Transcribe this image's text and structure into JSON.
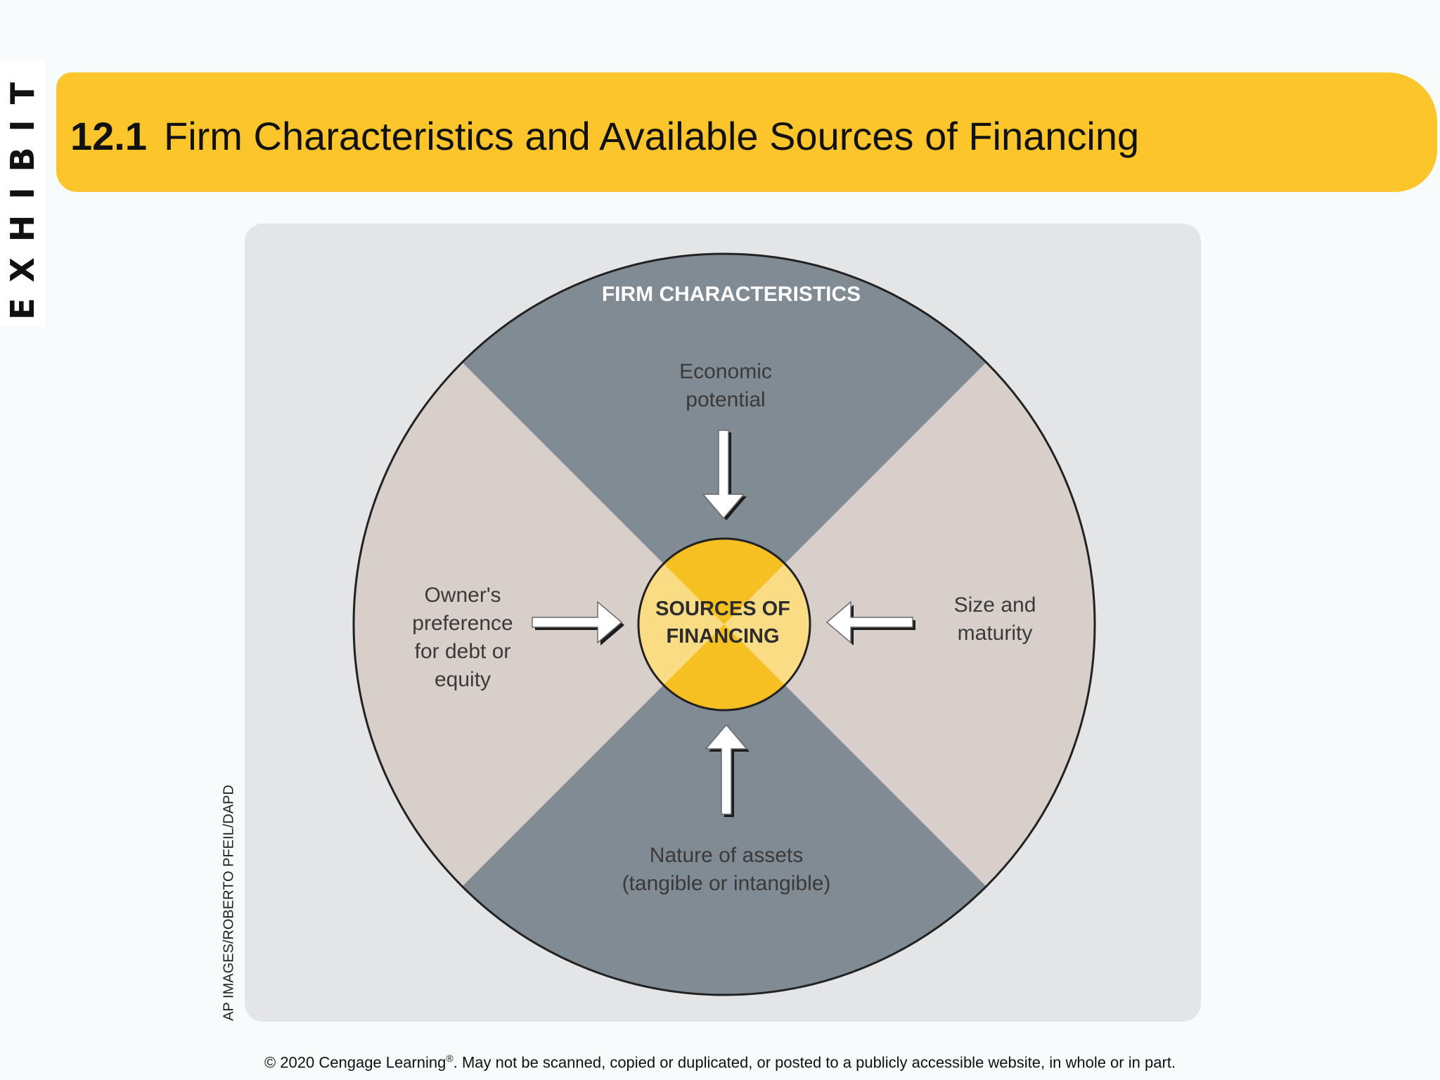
{
  "exhibit_label": "EXHIBIT",
  "title": {
    "number": "12.1",
    "text": "Firm Characteristics and Available Sources of Financing"
  },
  "diagram": {
    "outer_label": "FIRM CHARACTERISTICS",
    "center_label_line1": "SOURCES OF",
    "center_label_line2": "FINANCING",
    "factors": {
      "top": [
        "Economic",
        "potential"
      ],
      "right": [
        "Size and",
        "maturity"
      ],
      "bottom": [
        "Nature of assets",
        "(tangible or intangible)"
      ],
      "left": [
        "Owner's",
        "preference",
        "for debt or",
        "equity"
      ]
    }
  },
  "photo_credit": "AP IMAGES/ROBERTO PFEIL/DAPD",
  "footer": {
    "copyright": "© 2020 Cengage Learning",
    "reg_mark": "®",
    "notice": ". May not be scanned, copied or duplicated, or posted to a publicly accessible website, in whole or in part."
  },
  "colors": {
    "banner": "#fbc52b",
    "dark_wedge": "#818b93",
    "light_wedge": "#d8cfca",
    "center": "#f6c023",
    "center_highlight": "#fadc85"
  }
}
